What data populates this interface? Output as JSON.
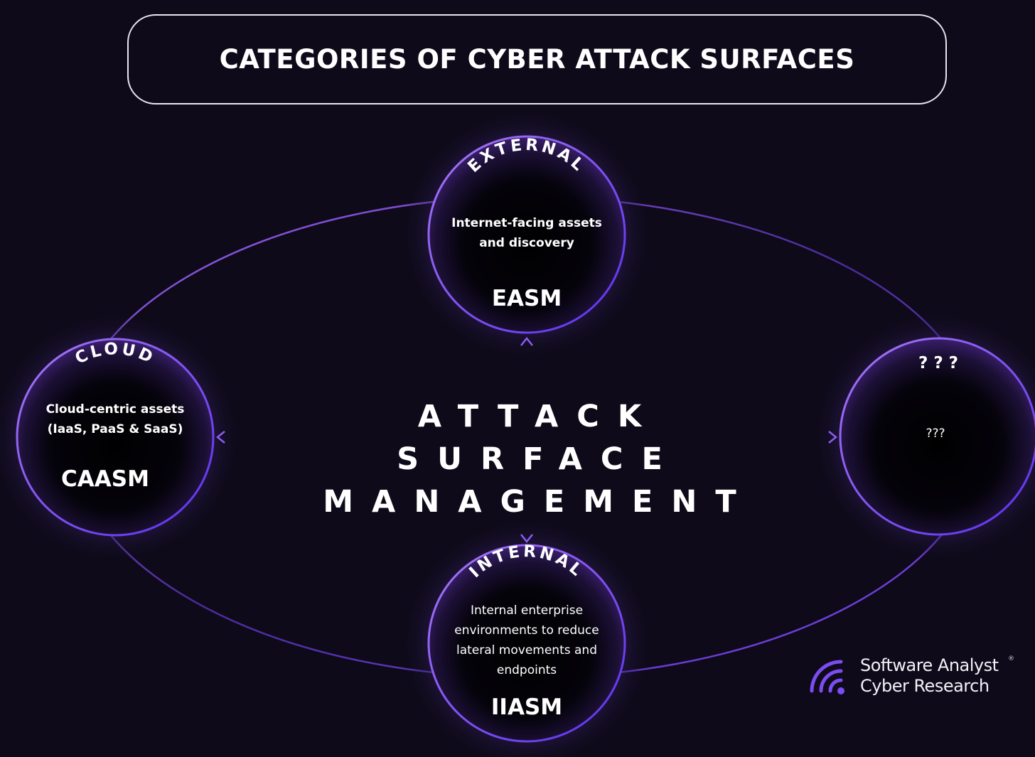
{
  "header": {
    "title": "CATEGORIES OF CYBER ATTACK SURFACES"
  },
  "center": {
    "line1": "ATTACK SURFACE",
    "line2": "MANAGEMENT"
  },
  "nodes": {
    "external": {
      "arc_label": "EXTERNAL",
      "description_lines": [
        "Internet-facing assets",
        "and discovery"
      ],
      "code": "EASM"
    },
    "cloud": {
      "arc_label": "CLOUD",
      "description_lines": [
        "Cloud-centric assets",
        "(IaaS, PaaS & SaaS)"
      ],
      "code": "CAASM"
    },
    "unknown": {
      "arc_label": "? ? ?",
      "description_lines": [
        "???"
      ],
      "code": ""
    },
    "internal": {
      "arc_label": "INTERNAL",
      "description_lines": [
        "Internal enterprise",
        "environments to reduce",
        "lateral movements and",
        "endpoints"
      ],
      "code": "IIASM"
    }
  },
  "branding": {
    "line1": "Software Analyst",
    "line2": "Cyber Research",
    "registered_mark": "®",
    "logo_icon": "signal-waves-icon"
  },
  "colors": {
    "background": "#0e0a19",
    "accent_purple": "#8b52f0",
    "accent_violet": "#6a3cf0",
    "text": "#ffffff"
  }
}
